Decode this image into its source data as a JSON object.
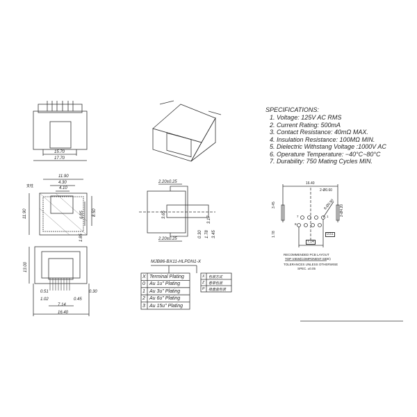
{
  "specifications": {
    "title": "SPECIFICATIONS:",
    "items": [
      "1.  Voltage:  125V  AC  RMS",
      "2.  Current  Rating:  500mA",
      "3.  Contact  Resistance:  40mΩ MAX.",
      "4.  Insulation  Resistance:  100MΩ MIN.",
      "5.  Dielectric  Withstang  Voltage  :1000V  AC",
      "6.  Operature  Temperature:  −40°C~80°C",
      "7.  Durability:  750  Mating  Cycles  MIN."
    ]
  },
  "front_view": {
    "dim_inner": "15.70",
    "dim_outer": "17.70"
  },
  "top_section": {
    "label_post": "支柱",
    "dim_width": "11.90",
    "dim_a": "4.30",
    "dim_b": "4.10",
    "dim_height": "11.90",
    "dim_c": "6.85",
    "dim_d": "8.50",
    "dim_e": "1.85"
  },
  "bottom_view": {
    "dim_height": "13.00",
    "dim_pitch": "0.51",
    "dim_pitch2": "1.02",
    "dim_pin": "0.45",
    "dim_pin2": "0.30",
    "dim_span": "7.14",
    "dim_width": "16.40"
  },
  "side_view": {
    "dim_top": "2.20±0.25",
    "dim_bottom": "2.20±0.25",
    "dim_a": "3.17",
    "dim_b": "3.65",
    "dim_c": "0.30",
    "dim_d": "1.78",
    "dim_e": "3.45"
  },
  "part_number": {
    "code": "MJB86-BX11-HLPDN1-X",
    "table_header": {
      "key": "X",
      "label": "Terminal  Plating"
    },
    "options": [
      {
        "key": "0",
        "label": "Au  1u\"  Plating"
      },
      {
        "key": "1",
        "label": "Au  3u\"  Plating"
      },
      {
        "key": "2",
        "label": "Au  6u\"  Plating"
      },
      {
        "key": "3",
        "label": "Au  15u\"  Plating"
      }
    ],
    "packaging": [
      {
        "key": "X",
        "label": "包装方式"
      },
      {
        "key": "Z",
        "label": "卷带包装"
      },
      {
        "key": "P",
        "label": "吸盘盒包装"
      }
    ]
  },
  "pcb_layout": {
    "dim_width": "16.40",
    "dim_holes": "2-Ø0.60",
    "dim_pins": "8-Ø0.90",
    "dim_post": "2-Ø4.20",
    "dim_a": "3.45",
    "dim_b": "1.78",
    "dim_c": "0.51",
    "dim_d": "7.14",
    "pin_7": "7",
    "pin_1": "1",
    "pin_8": "8",
    "title1": "RECOMMENDED PCB LAYOUT",
    "title2": "TOP VIEW(COMPONENT SIDE)",
    "tol1": "TOLERANCES UNLESS OTHERWISE",
    "tol2": "SPEC. ±0.05"
  }
}
